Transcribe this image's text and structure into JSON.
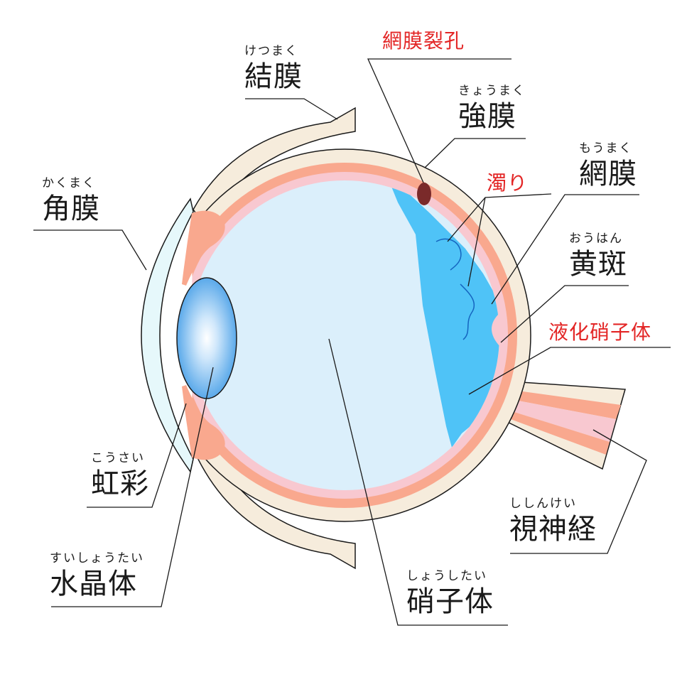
{
  "labels": {
    "conjunctiva": {
      "ruby": "けつまく",
      "text": "結膜"
    },
    "sclera": {
      "ruby": "きょうまく",
      "text": "強膜"
    },
    "retina": {
      "ruby": "もうまく",
      "text": "網膜"
    },
    "macula": {
      "ruby": "おうはん",
      "text": "黄斑"
    },
    "cornea": {
      "ruby": "かくまく",
      "text": "角膜"
    },
    "iris": {
      "ruby": "こうさい",
      "text": "虹彩"
    },
    "lens": {
      "ruby": "すいしょうたい",
      "text": "水晶体"
    },
    "vitreous": {
      "ruby": "しょうしたい",
      "text": "硝子体"
    },
    "optic_nerve": {
      "ruby": "ししんけい",
      "text": "視神経"
    }
  },
  "highlights": {
    "retinal_tear": "網膜裂孔",
    "opacity": "濁り",
    "liquefied_vitreous": "液化硝子体"
  },
  "colors": {
    "sclera": "#f6ecdc",
    "choroid": "#f9a88e",
    "retina": "#f8c8d0",
    "vitreous": "#dbeffb",
    "liquefied": "#4fc3f7",
    "cornea": "#e6f8fb",
    "lens": "#5aa9ea",
    "tear": "#7a2a2a",
    "highlight_text": "#e32626"
  }
}
